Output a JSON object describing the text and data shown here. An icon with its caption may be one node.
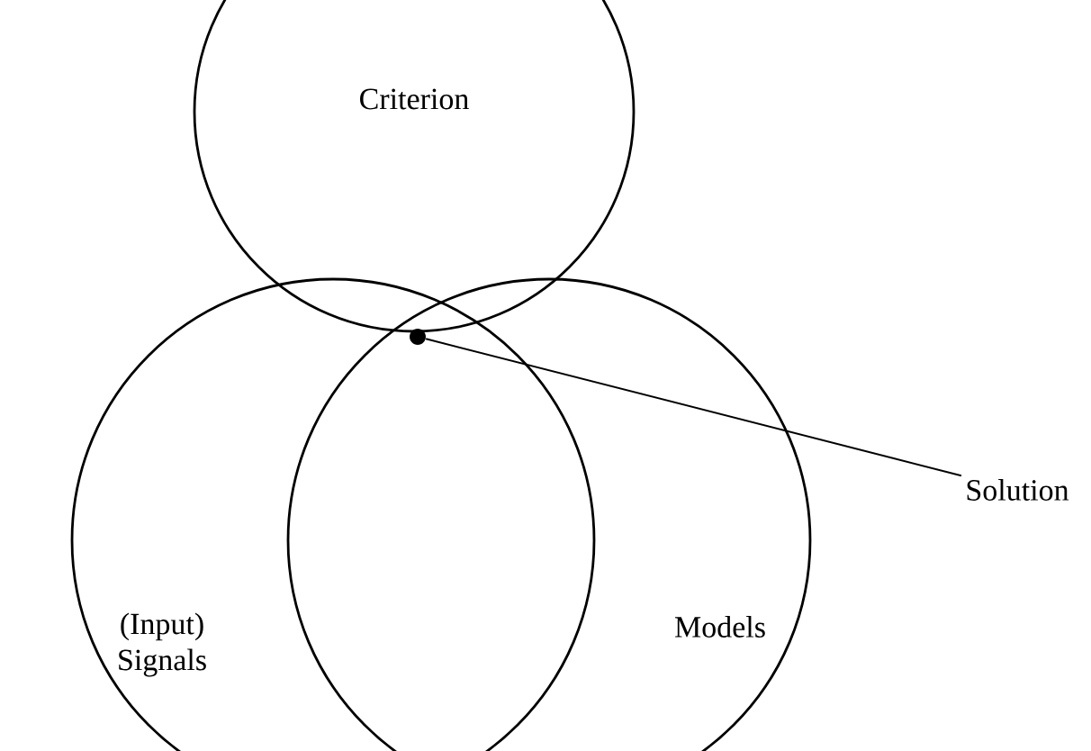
{
  "diagram": {
    "nodes": [
      {
        "text": [
          "Criterion"
        ]
      },
      {
        "text": [
          "(Input) Signals"
        ]
      },
      {
        "text": [
          "Models"
        ]
      },
      {
        "text": [
          "Solution"
        ]
      },
      {
        "text": [],
        "shape": "circle"
      }
    ],
    "edges": [
      {
        "from": 3,
        "to": 4,
        "arrow": "none"
      }
    ]
  }
}
